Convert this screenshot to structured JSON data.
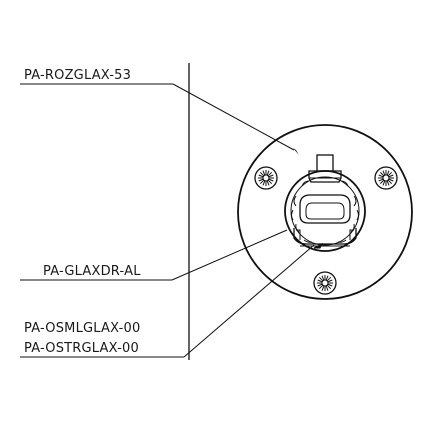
{
  "labels": {
    "rozeta": "PA-ROZGLAX-53",
    "drzak": "PA-GLAXDR-AL",
    "osml": "PA-OSMLGLAX-00",
    "ostr": "PA-OSTRGLAX-00"
  }
}
